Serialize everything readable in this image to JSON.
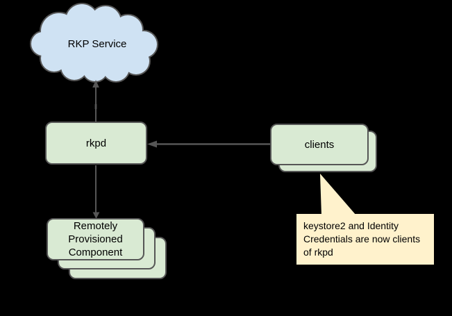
{
  "diagram": {
    "cloud": {
      "label": "RKP Service",
      "fill": "#cfe2f3"
    },
    "rkpd": {
      "label": "rkpd",
      "fill": "#d9ead3"
    },
    "clients": {
      "label": "clients",
      "fill": "#d9ead3",
      "stack_count": 2
    },
    "rpc": {
      "label": "Remotely Provisioned Component",
      "fill": "#d9ead3",
      "stack_count": 3
    },
    "callout": {
      "text": "keystore2 and Identity Credentials are now clients of rkpd",
      "fill": "#fff2cc"
    },
    "colors": {
      "background": "#000000",
      "stroke": "#565656",
      "text": "#000000"
    },
    "edges": [
      {
        "from": "rkpd",
        "to": "RKP Service",
        "arrow_at": "RKP Service",
        "direction": "up"
      },
      {
        "from": "clients",
        "to": "rkpd",
        "arrow_at": "rkpd",
        "direction": "left"
      },
      {
        "from": "rkpd",
        "to": "Remotely Provisioned Component",
        "arrow_at": "Remotely Provisioned Component",
        "direction": "down"
      }
    ]
  }
}
